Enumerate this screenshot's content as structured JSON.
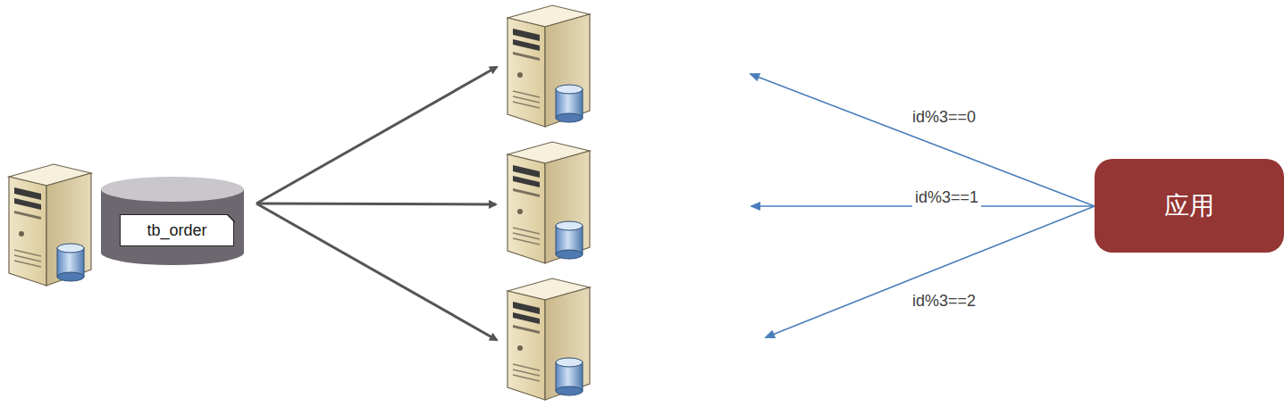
{
  "diagram": {
    "nodes": [
      {
        "text": [
          "tb_order"
        ]
      },
      {
        "text": [
          "应用"
        ]
      }
    ],
    "labels": [
      "id%3==0",
      "id%3==1",
      "id%3==2"
    ]
  }
}
